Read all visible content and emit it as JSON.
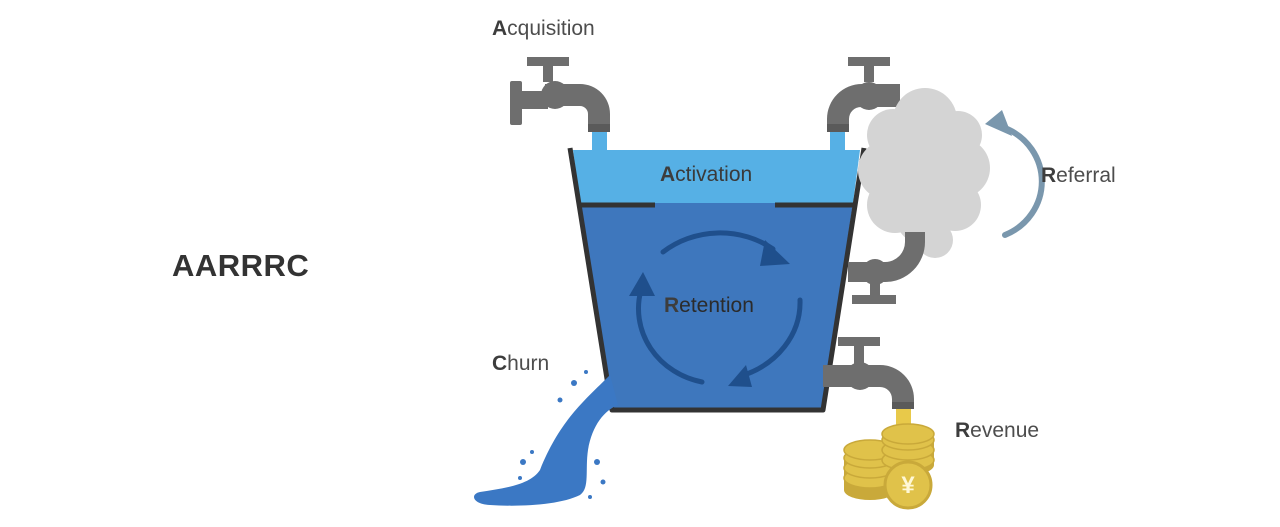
{
  "title": "AARRRC",
  "stages": {
    "acquisition": {
      "initial": "A",
      "rest": "cquisition"
    },
    "activation": {
      "initial": "A",
      "rest": "ctivation"
    },
    "retention": {
      "initial": "R",
      "rest": "etention"
    },
    "referral": {
      "initial": "R",
      "rest": "eferral"
    },
    "revenue": {
      "initial": "R",
      "rest": "evenue"
    },
    "churn": {
      "initial": "C",
      "rest": "hurn"
    }
  },
  "coin_symbol": "¥",
  "colors": {
    "bucket_dark": "#3e77bd",
    "bucket_light": "#56b0e5",
    "outline": "#333333",
    "faucet": "#6e6e6e",
    "cloud": "#d4d4d4",
    "arrow_referral": "#7a97ad",
    "arrow_retention": "#1f4f8c",
    "coin": "#e0c24a",
    "revenue_stream": "#e8c94a",
    "churn_water": "#3b78c4"
  }
}
